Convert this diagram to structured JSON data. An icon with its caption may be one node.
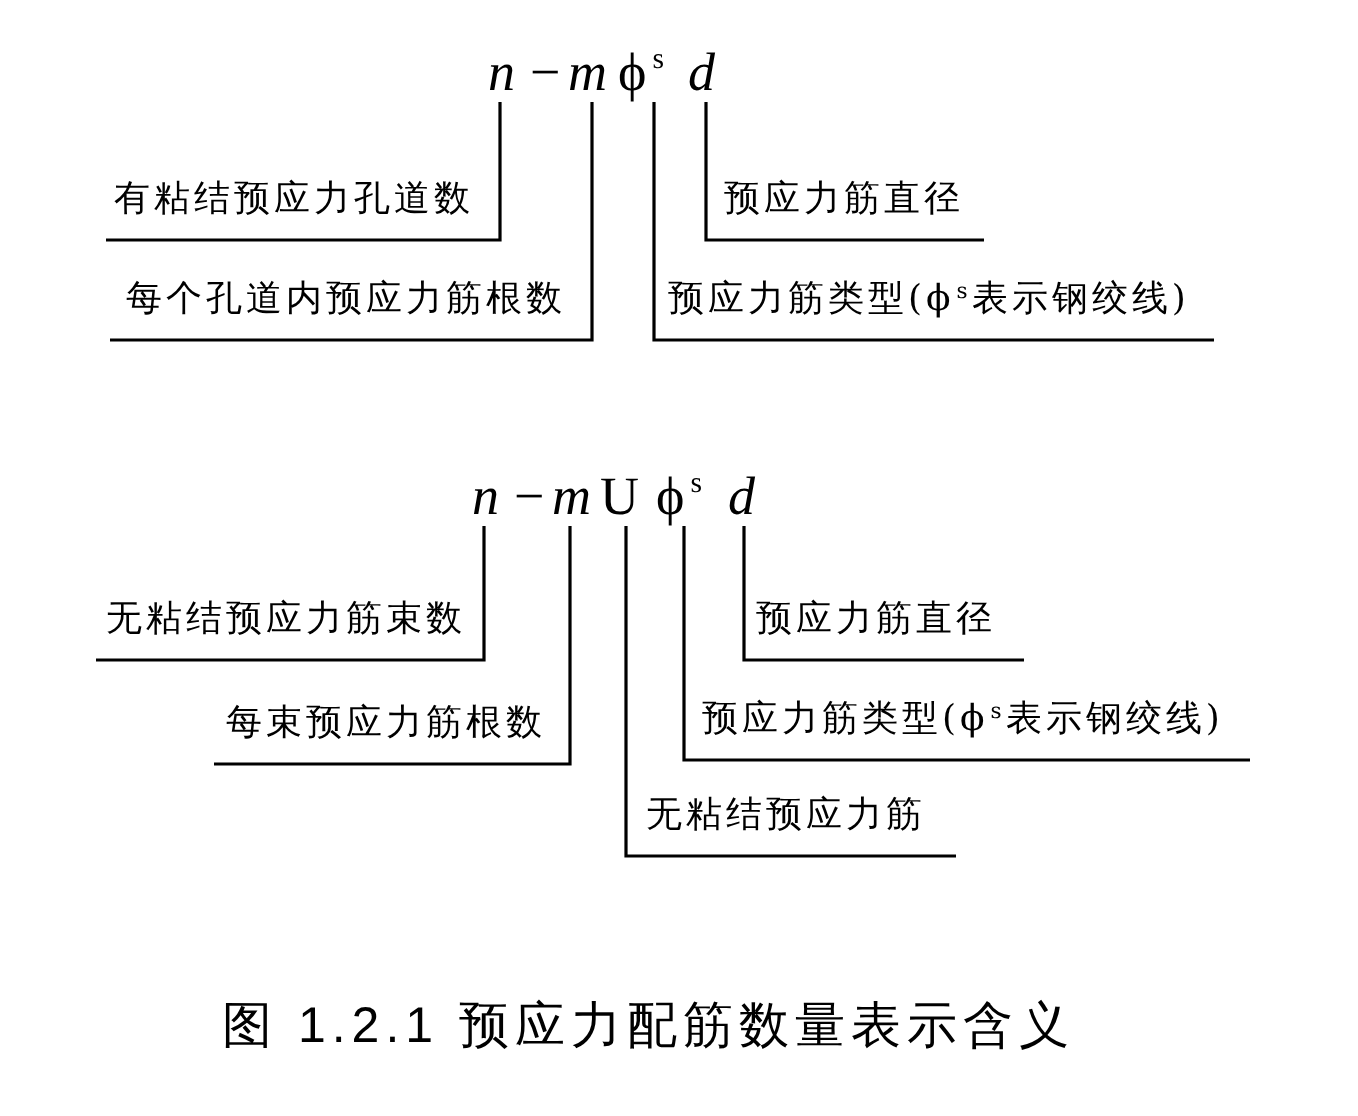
{
  "diagram": {
    "nodes": [
      {
        "text": [
          "n"
        ]
      },
      {
        "text": [
          "m"
        ]
      },
      {
        "text": [
          "ϕ$^{s}$"
        ]
      },
      {
        "text": [
          "d"
        ]
      },
      {
        "text": [
          "有粘结预应力孔道数"
        ]
      },
      {
        "text": [
          "预应力筋直径"
        ]
      },
      {
        "text": [
          "每个孔道内预应力筋根数"
        ]
      },
      {
        "text": [
          "预应力筋类型(ϕ$^{s}$表示钢绞线)"
        ]
      },
      {
        "text": [
          "n"
        ]
      },
      {
        "text": [
          "m"
        ]
      },
      {
        "text": [
          "U"
        ]
      },
      {
        "text": [
          "ϕ$^{s}$"
        ]
      },
      {
        "text": [
          "d"
        ]
      },
      {
        "text": [
          "无粘结预应力筋束数"
        ]
      },
      {
        "text": [
          "预应力筋直径"
        ]
      },
      {
        "text": [
          "每束预应力筋根数"
        ]
      },
      {
        "text": [
          "预应力筋类型(ϕ$^{s}$表示钢绞线)"
        ]
      },
      {
        "text": [
          "无粘结预应力筋"
        ]
      }
    ],
    "edges": [
      {
        "from": 4,
        "to": 0,
        "arrow": "none"
      },
      {
        "from": 5,
        "to": 3,
        "arrow": "none"
      },
      {
        "from": 6,
        "to": 1,
        "arrow": "none"
      },
      {
        "from": 7,
        "to": 2,
        "arrow": "none"
      },
      {
        "from": 13,
        "to": 8,
        "arrow": "none"
      },
      {
        "from": 14,
        "to": 12,
        "arrow": "none"
      },
      {
        "from": 15,
        "to": 9,
        "arrow": "none"
      },
      {
        "from": 16,
        "to": 11,
        "arrow": "none"
      },
      {
        "from": 17,
        "to": 10,
        "arrow": "none"
      }
    ],
    "labels": [
      "−",
      "−"
    ],
    "caption": "图 1.2.1 预应力配筋数量表示含义"
  }
}
